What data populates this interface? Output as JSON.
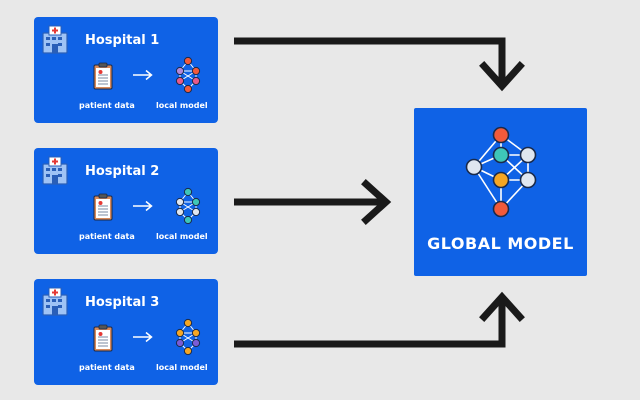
{
  "hospitals": [
    {
      "name": "Hospital 1",
      "data_label": "patient data",
      "model_label": "local model",
      "node_colors": [
        "#f15a3b",
        "#b388d9",
        "#f15a3b",
        "#e85a8a",
        "#e85a8a"
      ]
    },
    {
      "name": "Hospital 2",
      "data_label": "patient data",
      "model_label": "local model",
      "node_colors": [
        "#3ec6b8",
        "#dfe6f0",
        "#3ec6b8",
        "#dfe6f0",
        "#dfe6f0"
      ]
    },
    {
      "name": "Hospital 3",
      "data_label": "patient data",
      "model_label": "local model",
      "node_colors": [
        "#f5a623",
        "#f5a623",
        "#f5a623",
        "#7a5cd6",
        "#7a5cd6"
      ]
    }
  ],
  "global_model": {
    "title": "GLOBAL MODEL",
    "node_colors": {
      "top": "#f15a3b",
      "center_top": "#3ec6b8",
      "center_bottom": "#f5a623",
      "side": "#dfe6f0",
      "bottom": "#f15a3b"
    }
  },
  "colors": {
    "background": "#e8e8e8",
    "card": "#0f62e6",
    "arrow": "#1a1a1a",
    "building_body": "#9fc3f5",
    "cross_red": "#e53935"
  },
  "icons": [
    "hospital-building-icon",
    "clipboard-icon",
    "arrow-right-icon",
    "neural-network-icon"
  ]
}
